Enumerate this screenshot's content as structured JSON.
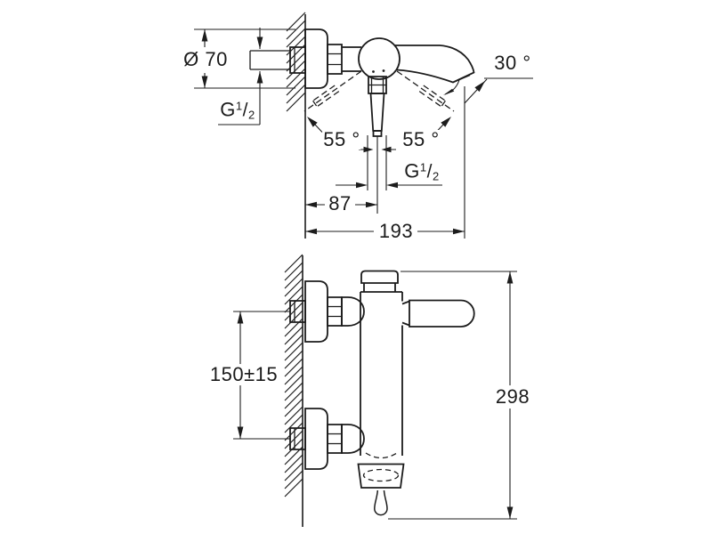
{
  "drawing": {
    "type": "technical-dimension-drawing",
    "subject": "wall-mounted single-lever bath mixer tap, side view and front view",
    "background_color": "#ffffff",
    "line_color": "#1c1c1c",
    "text_color": "#1b1b1b"
  },
  "labels": {
    "dia70": "Ø 70",
    "angle30": "30 °",
    "angle55_left": "55 °",
    "angle55_right": "55 °",
    "dim87": "87",
    "dim193": "193",
    "dim150": "150±15",
    "dim298": "298",
    "thread_upper": {
      "letter": "G",
      "num": "1",
      "slash": "/",
      "den": "2"
    },
    "thread_lower": {
      "letter": "G",
      "num": "1",
      "slash": "/",
      "den": "2"
    }
  }
}
